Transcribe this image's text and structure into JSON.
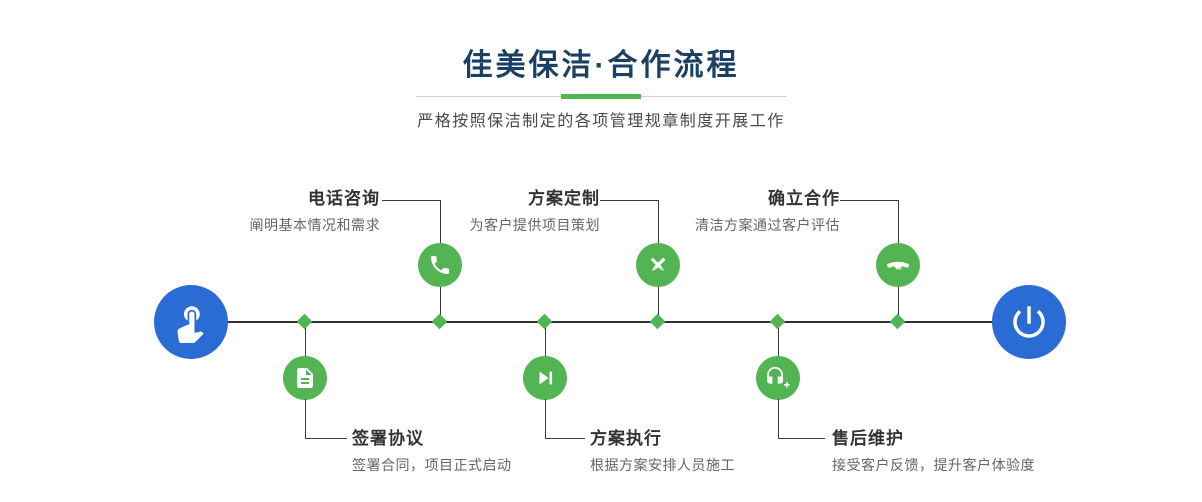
{
  "header": {
    "title": "佳美保洁·合作流程",
    "subtitle": "严格按照保洁制定的各项管理规章制度开展工作"
  },
  "colors": {
    "accent_green": "#52b452",
    "accent_blue": "#2b6bd4",
    "title_navy": "#1a4165"
  },
  "endpoints": {
    "start_icon": "pointing-hand-icon",
    "end_icon": "power-icon"
  },
  "steps": [
    {
      "title": "签署协议",
      "desc": "签署合同，项目正式启动",
      "icon": "document-pen-icon",
      "position": "bottom"
    },
    {
      "title": "电话咨询",
      "desc": "阐明基本情况和需求",
      "icon": "phone-icon",
      "position": "top"
    },
    {
      "title": "方案执行",
      "desc": "根据方案安排人员施工",
      "icon": "play-next-icon",
      "position": "bottom"
    },
    {
      "title": "方案定制",
      "desc": "为客户提供项目策划",
      "icon": "pencil-cross-icon",
      "position": "top"
    },
    {
      "title": "售后维护",
      "desc": "接受客户反馈，提升客户体验度",
      "icon": "headset-plus-icon",
      "position": "bottom"
    },
    {
      "title": "确立合作",
      "desc": "清洁方案通过客户评估",
      "icon": "handshake-icon",
      "position": "top"
    }
  ]
}
